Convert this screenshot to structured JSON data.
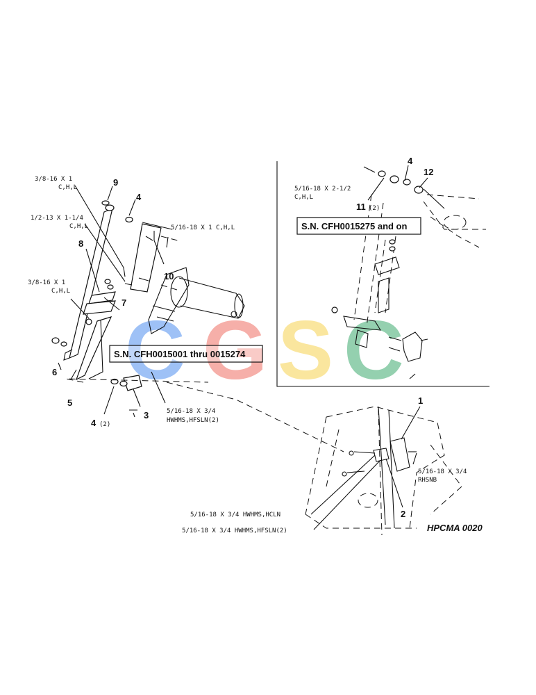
{
  "callouts": {
    "p1": "1",
    "p2": "2",
    "p3": "3",
    "p4a": "4",
    "p4b": "4",
    "p4c": "4",
    "p4_qty": "(2)",
    "p5": "5",
    "p6": "6",
    "p7": "7",
    "p8": "8",
    "p9": "9",
    "p10": "10",
    "p11": "11",
    "p11_qty": "(2)",
    "p12": "12"
  },
  "hardware_labels": {
    "a_line1": "3/8-16 X 1",
    "a_line2": "C,H,L",
    "b_line1": "1/2-13 X 1-1/4",
    "b_line2": "C,H,L",
    "c_line1": "3/8-16 X 1",
    "c_line2": "C,H,L",
    "d": "5/16-18 X 1 C,H,L",
    "e_line1": "5/16-18 X 3/4",
    "e_line2": "HWHMS,HFSLN(2)",
    "f_line1": "5/16-18 X 2-1/2",
    "f_line2": "C,H,L",
    "g_line1": "5/16-18 X 3/4",
    "g_line2": "RHSNB",
    "h": "5/16-18 X 3/4 HWHMS,HCLN",
    "i": "5/16-18 X 3/4 HWHMS,HFSLN(2)"
  },
  "serial_ranges": {
    "left": "S.N. CFH0015001 thru 0015274",
    "inset": "S.N. CFH0015275 and on"
  },
  "figure_id": "HPCMA 0020",
  "watermark": {
    "letters": [
      "C",
      "G",
      "S",
      "C"
    ],
    "colors": [
      "#4f8ff0",
      "#ef6f64",
      "#f7d24f",
      "#3daa6f"
    ]
  }
}
